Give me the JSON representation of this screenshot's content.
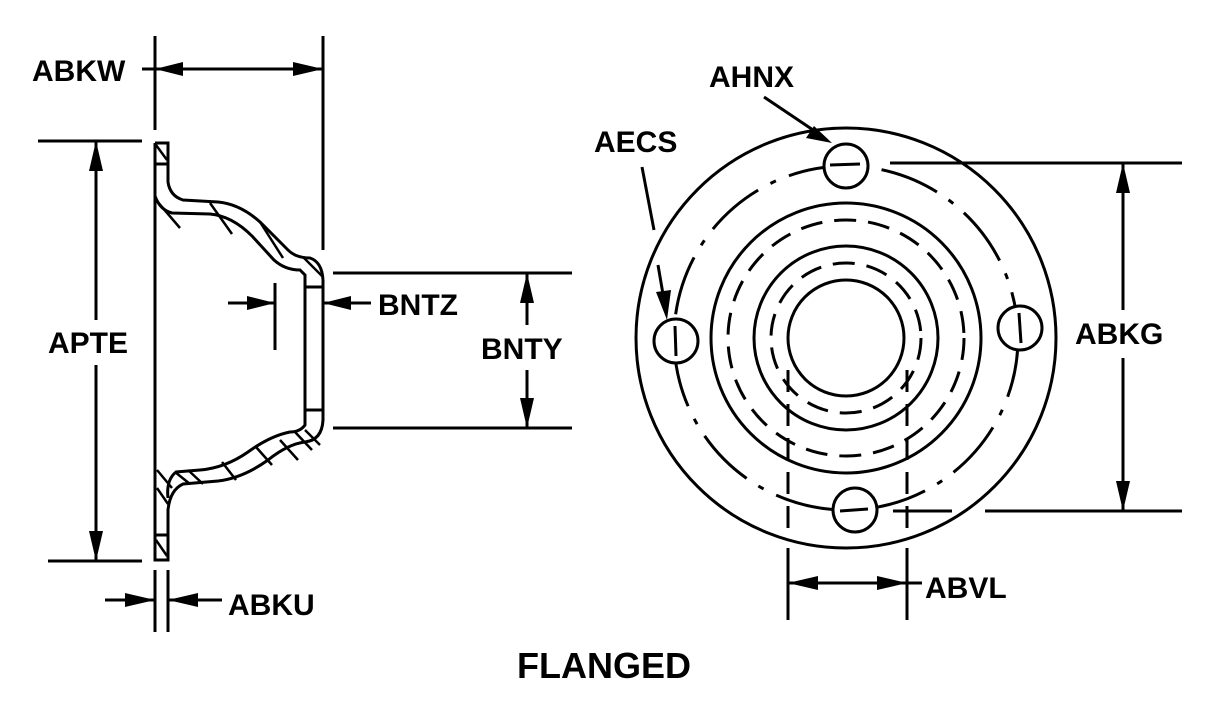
{
  "title": "FLANGED",
  "side_view": {
    "labels": {
      "overall_length": "ABKW",
      "flange_diameter": "APTE",
      "wall_thickness": "BNTZ",
      "outlet_diameter": "BNTY",
      "flange_thickness": "ABKU"
    }
  },
  "front_view": {
    "labels": {
      "hole_diameter": "AHNX",
      "number_of_holes": "AECS",
      "bolt_circle_diameter": "ABKG",
      "hole_spacing": "ABVL"
    },
    "bolt_hole_count_shown": 4
  },
  "colors": {
    "line": "#000000",
    "background": "#ffffff"
  }
}
